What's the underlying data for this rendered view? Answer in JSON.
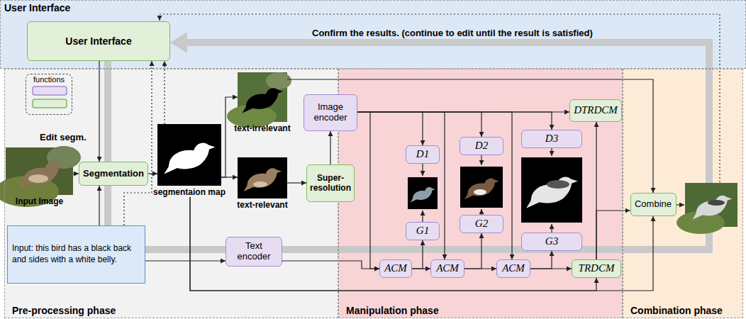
{
  "diagram": {
    "nodes": [
      {
        "text": [
          "User Interface"
        ]
      },
      {
        "text": [
          "User Interface"
        ],
        "in": 0
      },
      {
        "text": [
          "Pre-processing phase"
        ]
      },
      {
        "text": [
          "functions"
        ],
        "in": 2
      },
      {
        "text": [
          "Input Image"
        ],
        "in": 2
      },
      {
        "text": [
          "Segmentation"
        ],
        "in": 2
      },
      {
        "text": [
          "Input: this bird has a black back and sides with a white belly."
        ],
        "in": 2
      },
      {
        "text": [
          "segmentaion map"
        ],
        "in": 2
      },
      {
        "text": [
          "text-irrelevant"
        ],
        "in": 2
      },
      {
        "text": [
          "text-relevant"
        ],
        "in": 2
      },
      {
        "text": [
          "Super-resolution"
        ],
        "in": 2
      },
      {
        "text": [
          "Image encoder"
        ],
        "in": 2
      },
      {
        "text": [
          "Text encoder"
        ],
        "in": 2
      },
      {
        "text": [
          "Manipulation phase"
        ]
      },
      {
        "text": [
          "D1"
        ],
        "in": 13
      },
      {
        "text": [
          "D2"
        ],
        "in": 13
      },
      {
        "text": [
          "D3"
        ],
        "in": 13
      },
      {
        "text": [
          "DTRDCM"
        ],
        "in": 13
      },
      {
        "text": [
          "G1"
        ],
        "in": 13
      },
      {
        "text": [
          "G2"
        ],
        "in": 13
      },
      {
        "text": [
          "G3"
        ],
        "in": 13
      },
      {
        "text": [
          "ACM"
        ],
        "in": 13
      },
      {
        "text": [
          "ACM"
        ],
        "in": 13
      },
      {
        "text": [
          "ACM"
        ],
        "in": 13
      },
      {
        "text": [
          "TRDCM"
        ],
        "in": 13
      },
      {
        "text": [
          "Combination phase"
        ]
      },
      {
        "text": [
          "Combine"
        ],
        "in": 25
      }
    ],
    "edges": [
      {
        "from": 1,
        "to": 5,
        "arrow": "to"
      },
      {
        "from": 4,
        "to": 5,
        "arrow": "to"
      },
      {
        "from": 6,
        "to": 5,
        "arrow": "to"
      },
      {
        "from": 6,
        "to": 1,
        "arrow": "to"
      },
      {
        "from": 5,
        "to": 7,
        "arrow": "to"
      },
      {
        "from": 7,
        "to": 1,
        "arrow": "to"
      },
      {
        "from": 7,
        "to": 8,
        "arrow": "to"
      },
      {
        "from": 7,
        "to": 9,
        "arrow": "to"
      },
      {
        "from": 9,
        "to": 10,
        "arrow": "to"
      },
      {
        "from": 10,
        "to": 11,
        "arrow": "to"
      },
      {
        "from": 8,
        "to": 26,
        "arrow": "to"
      },
      {
        "from": 11,
        "to": 17,
        "arrow": "to"
      },
      {
        "from": 11,
        "to": 14,
        "arrow": "to"
      },
      {
        "from": 11,
        "to": 15,
        "arrow": "to"
      },
      {
        "from": 11,
        "to": 16,
        "arrow": "to"
      },
      {
        "from": 11,
        "to": 21,
        "arrow": "to"
      },
      {
        "from": 11,
        "to": 22,
        "arrow": "to"
      },
      {
        "from": 11,
        "to": 23,
        "arrow": "to"
      },
      {
        "from": 6,
        "to": 12,
        "arrow": "to"
      },
      {
        "from": 12,
        "to": 21,
        "arrow": "to"
      },
      {
        "from": 21,
        "to": 22,
        "arrow": "to"
      },
      {
        "from": 22,
        "to": 23,
        "arrow": "to"
      },
      {
        "from": 23,
        "to": 24,
        "arrow": "to"
      },
      {
        "from": 21,
        "to": 18,
        "arrow": "to"
      },
      {
        "from": 22,
        "to": 19,
        "arrow": "to"
      },
      {
        "from": 23,
        "to": 20,
        "arrow": "to"
      },
      {
        "from": 24,
        "to": 17,
        "arrow": "to"
      },
      {
        "from": 24,
        "to": 26,
        "arrow": "to"
      },
      {
        "from": 7,
        "to": 24,
        "arrow": "to"
      },
      {
        "from": 7,
        "to": 26,
        "arrow": "to"
      }
    ],
    "labels": [
      "Confirm the results. (continue to edit until the result is satisfied)",
      "Edit segm."
    ]
  }
}
